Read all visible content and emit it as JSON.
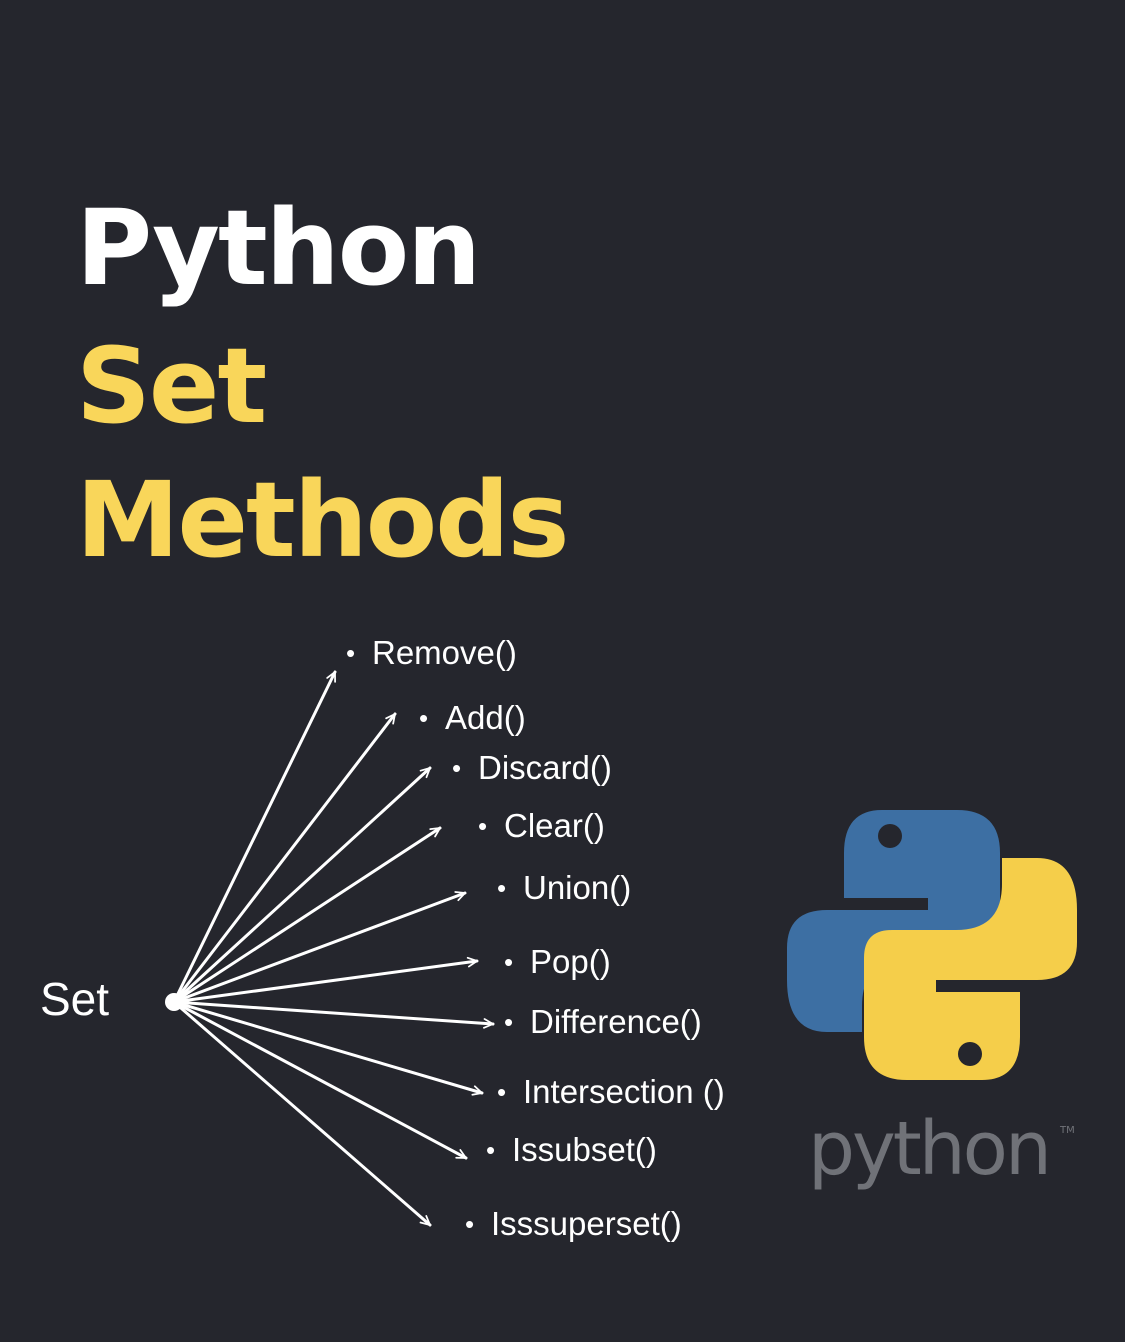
{
  "title": {
    "line1": "Python",
    "line2": "Set",
    "line3": "Methods"
  },
  "diagram": {
    "source": "Set",
    "bullet": "•",
    "methods": [
      "Remove()",
      "Add()",
      "Discard()",
      "Clear()",
      "Union()",
      "Pop()",
      "Difference()",
      "Intersection ()",
      "Issubset()",
      "Isssuperset()"
    ]
  },
  "logo": {
    "icon": "python-logo-icon",
    "wordmark": "python",
    "trademark": "TM"
  },
  "colors": {
    "background": "#25262d",
    "accent_yellow": "#f9d65a",
    "text": "#ffffff",
    "logo_blue": "#3d6fa3",
    "logo_yellow": "#f5ce4a",
    "wordmark_gray": "#707278"
  }
}
